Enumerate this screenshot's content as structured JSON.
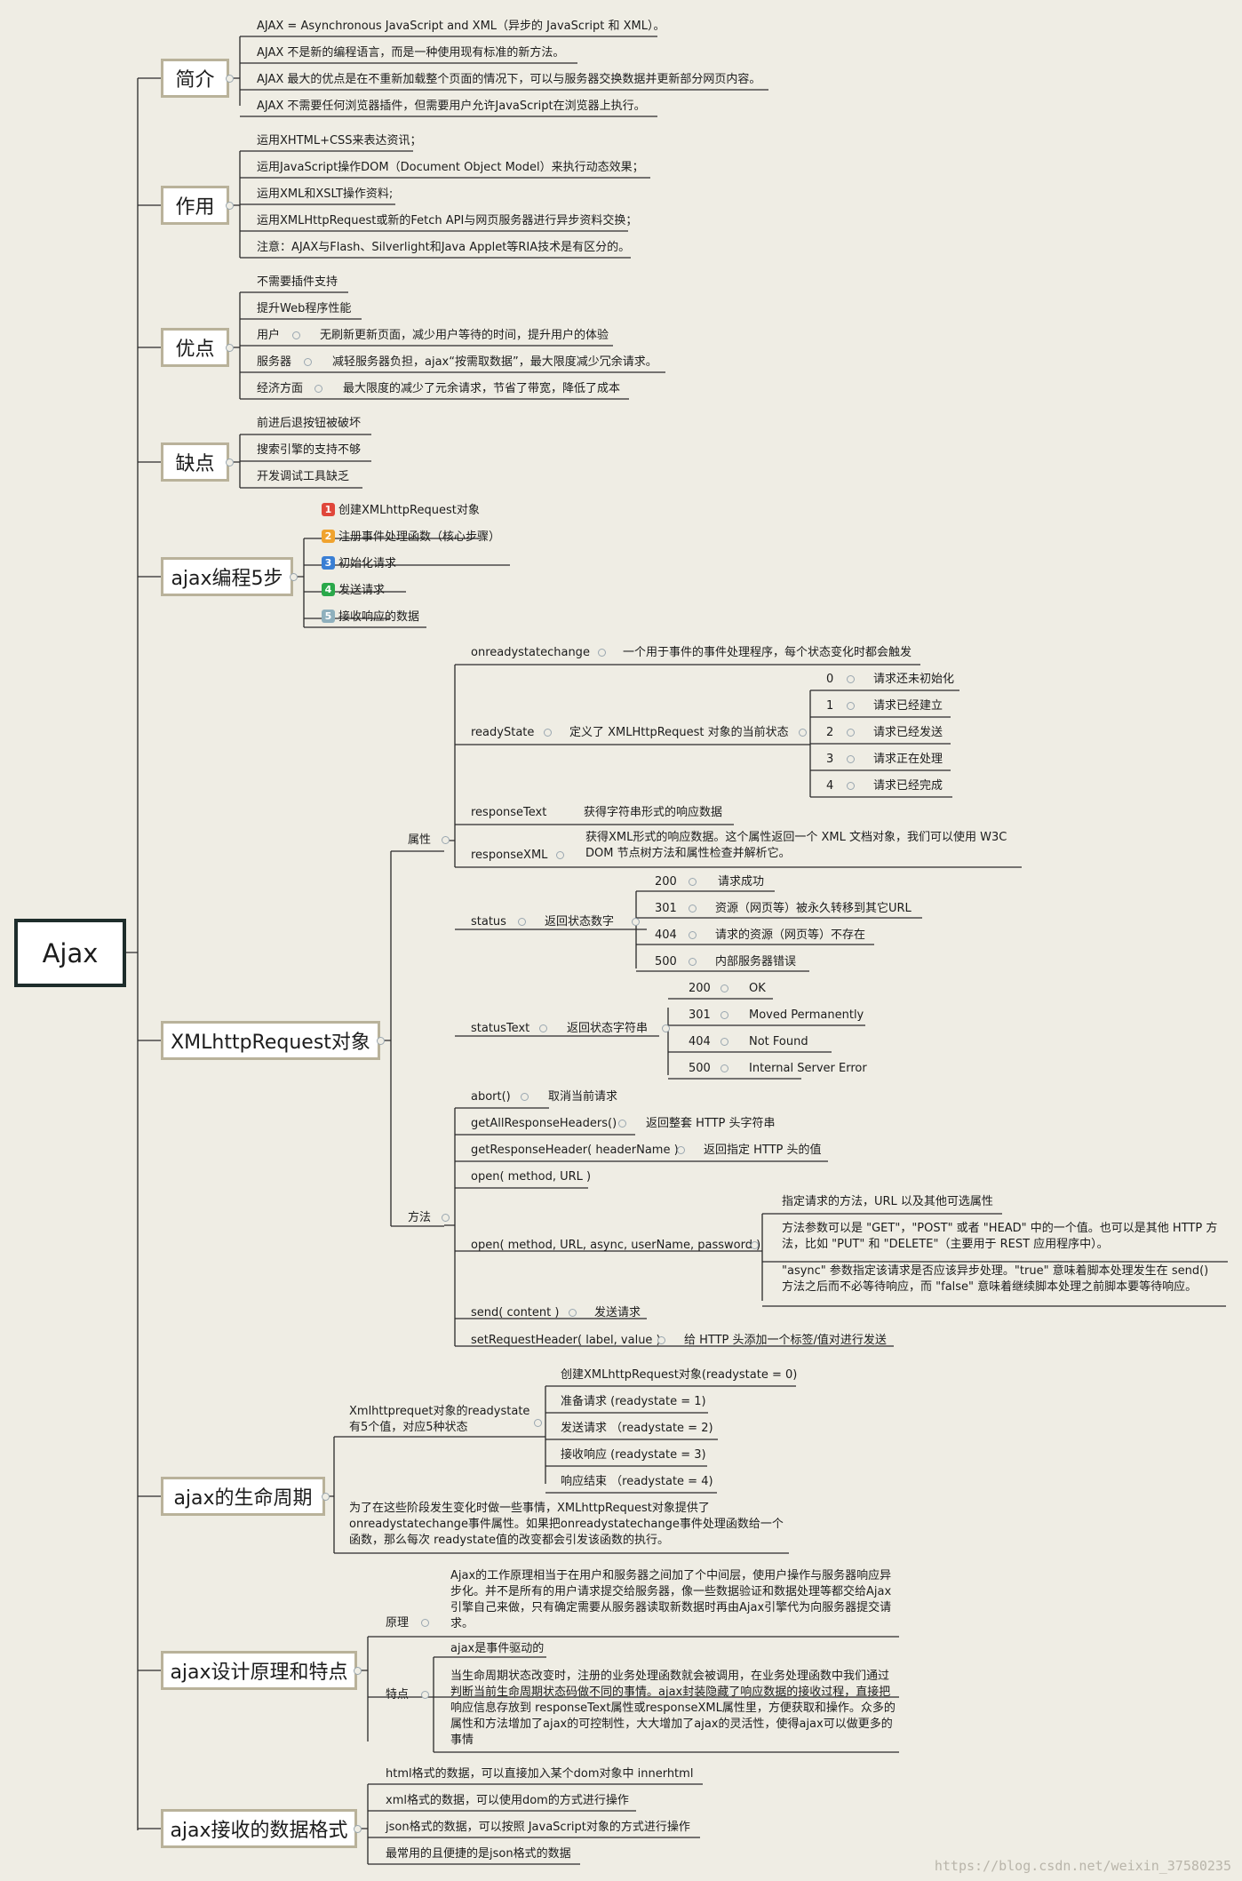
{
  "root": "Ajax",
  "intro": {
    "title": "简介",
    "items": [
      "AJAX = Asynchronous JavaScript and XML（异步的 JavaScript 和 XML）。",
      "AJAX 不是新的编程语言，而是一种使用现有标准的新方法。",
      "AJAX 最大的优点是在不重新加载整个页面的情况下，可以与服务器交换数据并更新部分网页内容。",
      "AJAX 不需要任何浏览器插件，但需要用户允许JavaScript在浏览器上执行。"
    ]
  },
  "role": {
    "title": "作用",
    "items": [
      "运用XHTML+CSS来表达资讯；",
      "运用JavaScript操作DOM（Document Object Model）来执行动态效果；",
      "运用XML和XSLT操作资料;",
      "运用XMLHttpRequest或新的Fetch API与网页服务器进行异步资料交换；",
      "注意：AJAX与Flash、Silverlight和Java Applet等RIA技术是有区分的。"
    ]
  },
  "pros": {
    "title": "优点",
    "items": [
      {
        "label": "不需要插件支持"
      },
      {
        "label": "提升Web程序性能"
      },
      {
        "label": "用户",
        "detail": "无刷新更新页面，减少用户等待的时间，提升用户的体验"
      },
      {
        "label": "服务器",
        "detail": "减轻服务器负担，ajax“按需取数据”，最大限度减少冗余请求。"
      },
      {
        "label": "经济方面",
        "detail": "最大限度的减少了元余请求，节省了带宽，降低了成本"
      }
    ]
  },
  "cons": {
    "title": "缺点",
    "items": [
      "前进后退按钮被破坏",
      "搜索引擎的支持不够",
      "开发调试工具缺乏"
    ]
  },
  "steps": {
    "title": "ajax编程5步",
    "items": [
      {
        "num": "1",
        "color": "#e0463a",
        "label": "创建XMLhttpRequest对象"
      },
      {
        "num": "2",
        "color": "#f0a32e",
        "label": "注册事件处理函数（核心步骤）"
      },
      {
        "num": "3",
        "color": "#3a7fd4",
        "label": "初始化请求"
      },
      {
        "num": "4",
        "color": "#2aa84a",
        "label": "发送请求"
      },
      {
        "num": "5",
        "color": "#8fb0bd",
        "label": "接收响应的数据"
      }
    ]
  },
  "xhr": {
    "title": "XMLhttpRequest对象",
    "props_label": "属性",
    "methods_label": "方法",
    "onreadystatechange": {
      "name": "onreadystatechange",
      "desc": "一个用于事件的事件处理程序，每个状态变化时都会触发"
    },
    "readyState": {
      "name": "readyState",
      "desc": "定义了 XMLHttpRequest 对象的当前状态",
      "values": [
        {
          "code": "0",
          "text": "请求还未初始化"
        },
        {
          "code": "1",
          "text": "请求已经建立"
        },
        {
          "code": "2",
          "text": "请求已经发送"
        },
        {
          "code": "3",
          "text": "请求正在处理"
        },
        {
          "code": "4",
          "text": "请求已经完成"
        }
      ]
    },
    "responseText": {
      "name": "responseText",
      "desc": "获得字符串形式的响应数据"
    },
    "responseXML": {
      "name": "responseXML",
      "desc": "获得XML形式的响应数据。这个属性返回一个 XML 文档对象，我们可以使用 W3C DOM 节点树方法和属性检查并解析它。"
    },
    "status": {
      "name": "status",
      "desc": "返回状态数字",
      "values": [
        {
          "code": "200",
          "text": "请求成功"
        },
        {
          "code": "301",
          "text": "资源（网页等）被永久转移到其它URL"
        },
        {
          "code": "404",
          "text": "请求的资源（网页等）不存在"
        },
        {
          "code": "500",
          "text": "内部服务器错误"
        }
      ]
    },
    "statusText": {
      "name": "statusText",
      "desc": "返回状态字符串",
      "values": [
        {
          "code": "200",
          "text": "OK"
        },
        {
          "code": "301",
          "text": "Moved Permanently"
        },
        {
          "code": "404",
          "text": "Not Found"
        },
        {
          "code": "500",
          "text": "Internal Server Error"
        }
      ]
    },
    "methods": [
      {
        "name": "abort()",
        "desc": "取消当前请求"
      },
      {
        "name": "getAllResponseHeaders()",
        "desc": "返回整套 HTTP 头字符串"
      },
      {
        "name": "getResponseHeader( headerName )",
        "desc": "返回指定 HTTP 头的值"
      },
      {
        "name": "open( method, URL )"
      },
      {
        "name": "open( method, URL, async, userName, password )"
      },
      {
        "name": "send( content )",
        "desc": "发送请求"
      },
      {
        "name": "setRequestHeader( label, value )",
        "desc": "给 HTTP 头添加一个标签/值对进行发送"
      }
    ],
    "open_details": [
      "指定请求的方法，URL 以及其他可选属性",
      "方法参数可以是 \"GET\"，\"POST\" 或者 \"HEAD\" 中的一个值。也可以是其他 HTTP 方法，比如 \"PUT\" 和 \"DELETE\"（主要用于 REST 应用程序中）。",
      "\"async\" 参数指定该请求是否应该异步处理。\"true\" 意味着脚本处理发生在 send() 方法之后而不必等待响应，而 \"false\" 意味着继续脚本处理之前脚本要等待响应。"
    ]
  },
  "lifecycle": {
    "title": "ajax的生命周期",
    "intro": "Xmlhttprequet对象的readystate有5个值，对应5种状态",
    "states": [
      "创建XMLhttpRequest对象(readystate = 0)",
      "准备请求 (readystate = 1)",
      "发送请求 （readystate = 2)",
      "接收响应 (readystate = 3)",
      "响应结束 （readystate = 4)"
    ],
    "note": "为了在这些阶段发生变化时做一些事情，XMLhttpRequest对象提供了onreadystatechange事件属性。如果把onreadystatechange事件处理函数给一个函数，那么每次 readystate值的改变都会引发该函数的执行。"
  },
  "design": {
    "title": "ajax设计原理和特点",
    "principle_label": "原理",
    "principle": "Ajax的工作原理相当于在用户和服务器之间加了个中间层，使用户操作与服务器响应异步化。并不是所有的用户请求提交给服务器，像一些数据验证和数据处理等都交给Ajax引擎自己来做，只有确定需要从服务器读取新数据时再由Ajax引擎代为向服务器提交请求。",
    "feature_label": "特点",
    "features": [
      "ajax是事件驱动的",
      "当生命周期状态改变时，注册的业务处理函数就会被调用，在业务处理函数中我们通过判断当前生命周期状态码做不同的事情。ajax封装隐藏了响应数据的接收过程，直接把响应信息存放到 responseText属性或responseXML属性里，方便获取和操作。众多的属性和方法增加了ajax的可控制性，大大增加了ajax的灵活性，使得ajax可以做更多的事情"
    ]
  },
  "formats": {
    "title": "ajax接收的数据格式",
    "items": [
      "html格式的数据，可以直接加入某个dom对象中 innerhtml",
      "xml格式的数据，可以使用dom的方式进行操作",
      "json格式的数据，可以按照 JavaScript对象的方式进行操作",
      "最常用的且便捷的是json格式的数据"
    ]
  },
  "watermark": "https://blog.csdn.net/weixin_37580235"
}
